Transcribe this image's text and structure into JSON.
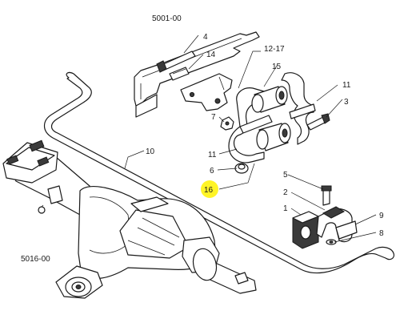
{
  "refs": {
    "top": "5001-00",
    "bottom": "5016-00"
  },
  "callouts": {
    "c4": "4",
    "c14": "14",
    "c12_17": "12-17",
    "c15": "15",
    "c11a": "11",
    "c3": "3",
    "c7": "7",
    "c11b": "11",
    "c6": "6",
    "c16": "16",
    "c10": "10",
    "c5": "5",
    "c2": "2",
    "c1": "1",
    "c9": "9",
    "c8": "8"
  },
  "highlight_color": "#fff200"
}
